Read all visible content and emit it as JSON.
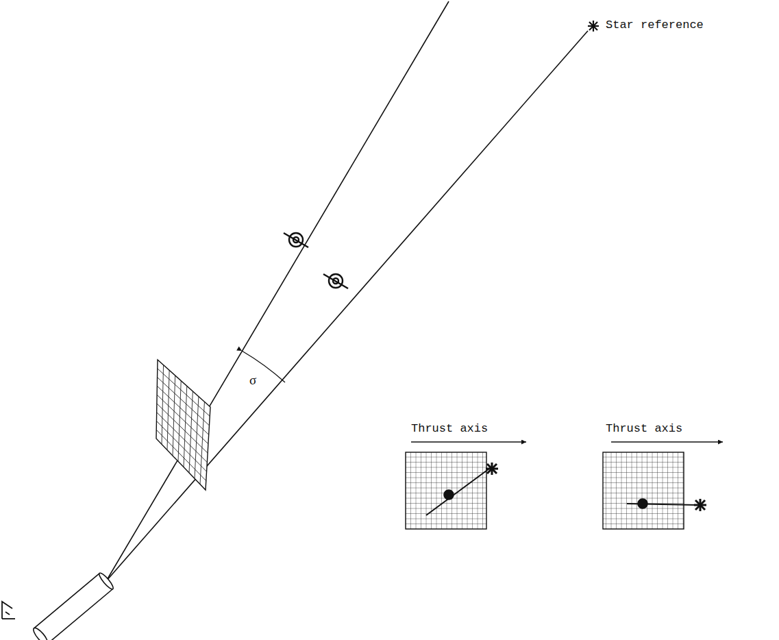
{
  "diagram": {
    "labels": [
      "Star reference",
      "σ",
      "Thrust axis",
      "Thrust axis"
    ]
  }
}
